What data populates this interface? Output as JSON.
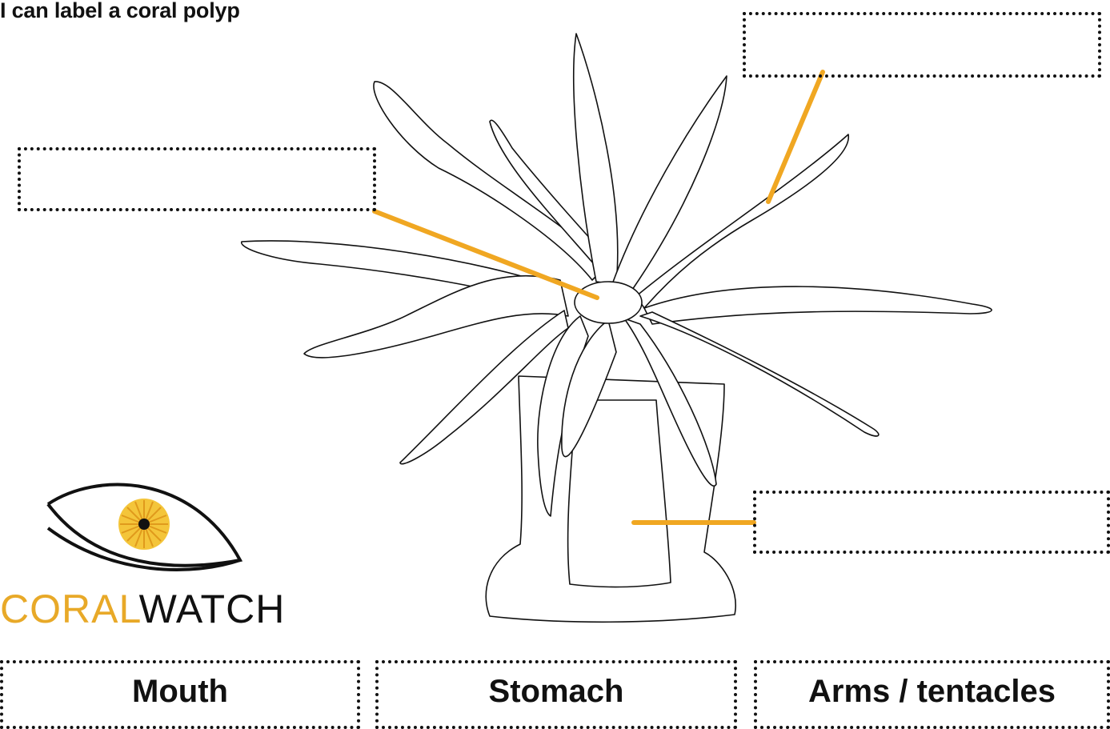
{
  "title": "I can label a coral polyp",
  "label_boxes": [
    {
      "name": "label-box-left",
      "value": ""
    },
    {
      "name": "label-box-top-right",
      "value": ""
    },
    {
      "name": "label-box-bottom-right",
      "value": ""
    }
  ],
  "word_bank": [
    "Mouth",
    "Stomach",
    "Arms / tentacles"
  ],
  "logo": {
    "part1": "CORAL",
    "part2": "WATCH"
  },
  "colors": {
    "leader_line": "#f0a722",
    "logo_accent": "#e8a928",
    "outline": "#111111"
  }
}
